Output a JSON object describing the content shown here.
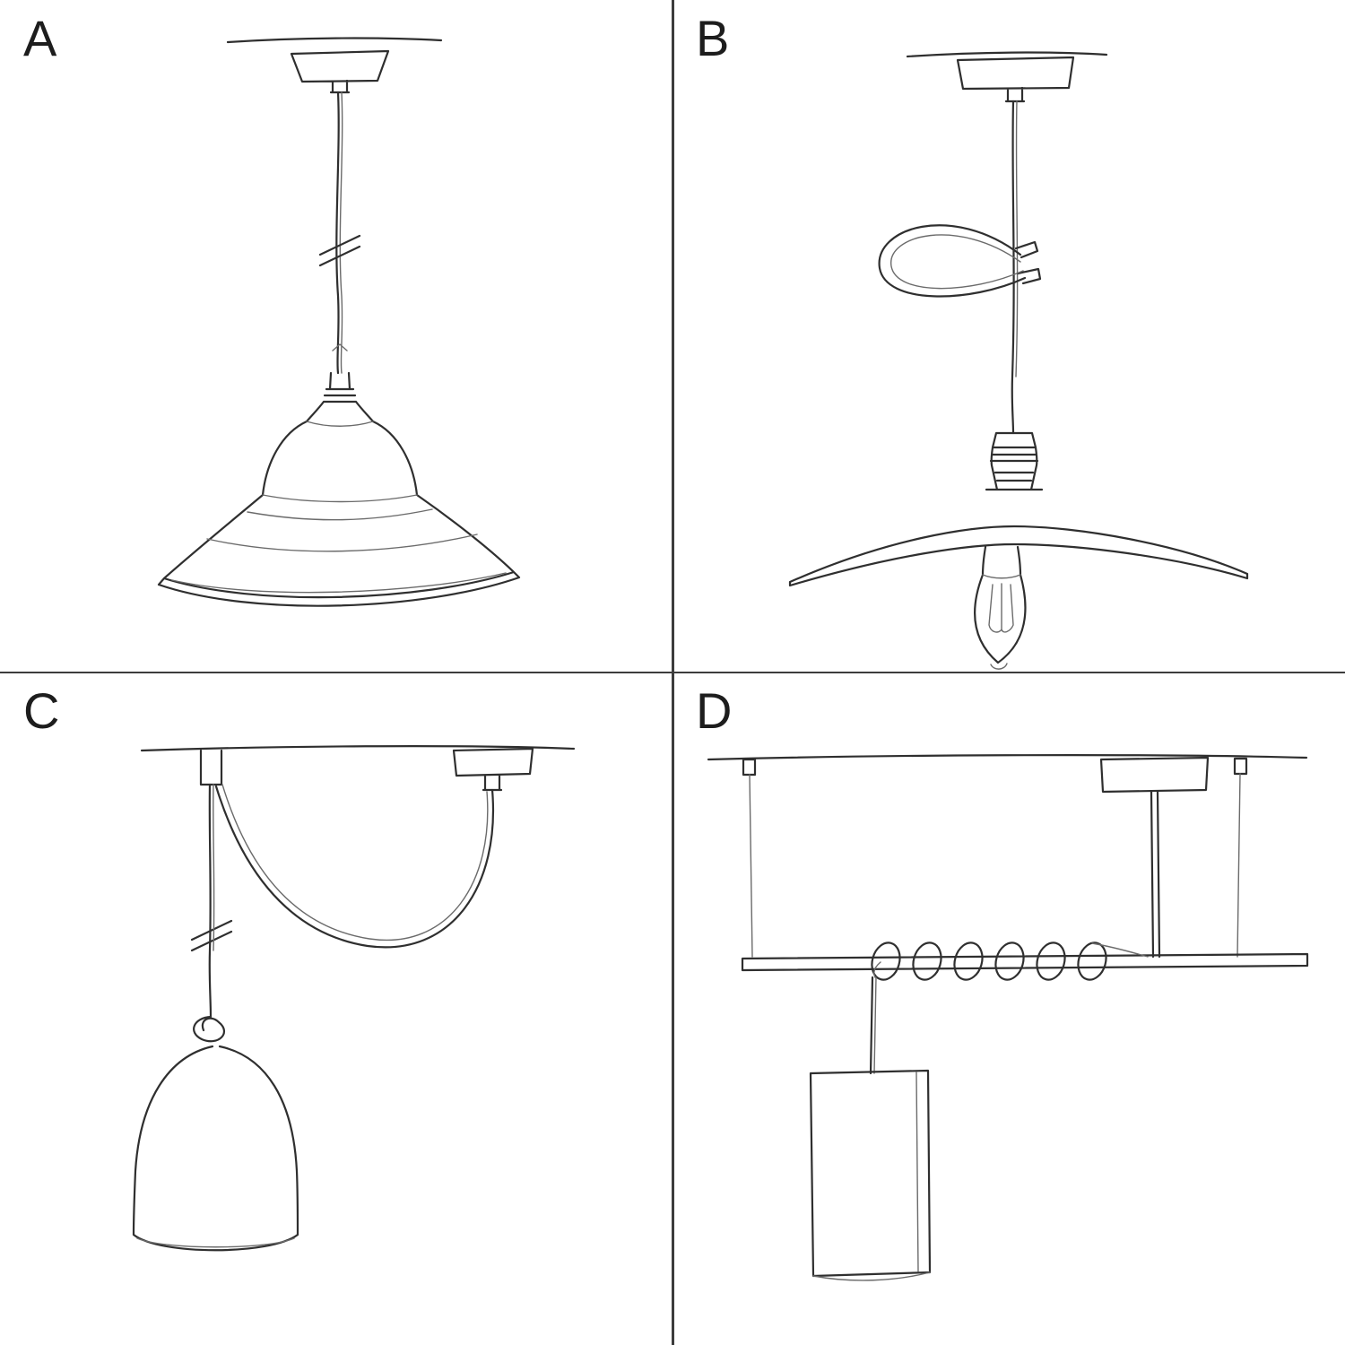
{
  "theme": {
    "background": "#ffffff",
    "line_color": "#2f2f2f",
    "line_light": "#6b6b6b",
    "divider_color": "#3c3c3c",
    "label_color": "#1d1d1d"
  },
  "panels": [
    {
      "label": "A",
      "sketch": "pendant-cable-with-industrial-bowl-shade"
    },
    {
      "label": "B",
      "sketch": "pendant-cable-with-decorative-loop-flat-plate-shade-and-exposed-bulb"
    },
    {
      "label": "C",
      "sketch": "swag-pendant-with-ceiling-hook-knot-and-bell-dome-shade"
    },
    {
      "label": "D",
      "sketch": "suspended-bar-with-coiled-cable-and-tube-shade"
    }
  ]
}
